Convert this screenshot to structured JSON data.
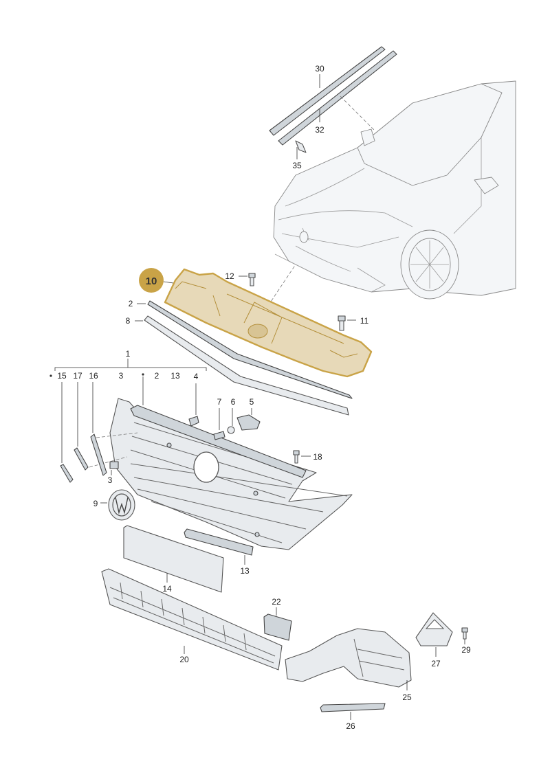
{
  "highlight": {
    "label": "10",
    "badge_color": "#c9a347",
    "outline_color": "#c9a347"
  },
  "callouts": {
    "c1": "1",
    "c2": "2",
    "c2b": "2",
    "c3": "3",
    "c3b": "3",
    "c4": "4",
    "c5": "5",
    "c6": "6",
    "c7": "7",
    "c8": "8",
    "c9": "9",
    "c11": "11",
    "c12": "12",
    "c13": "13",
    "c13b": "13",
    "c14": "14",
    "c15": "15",
    "c16": "16",
    "c17": "17",
    "c18": "18",
    "c20": "20",
    "c22": "22",
    "c25": "25",
    "c26": "26",
    "c27": "27",
    "c29": "29",
    "c30": "30",
    "c32": "32",
    "c35": "35"
  }
}
